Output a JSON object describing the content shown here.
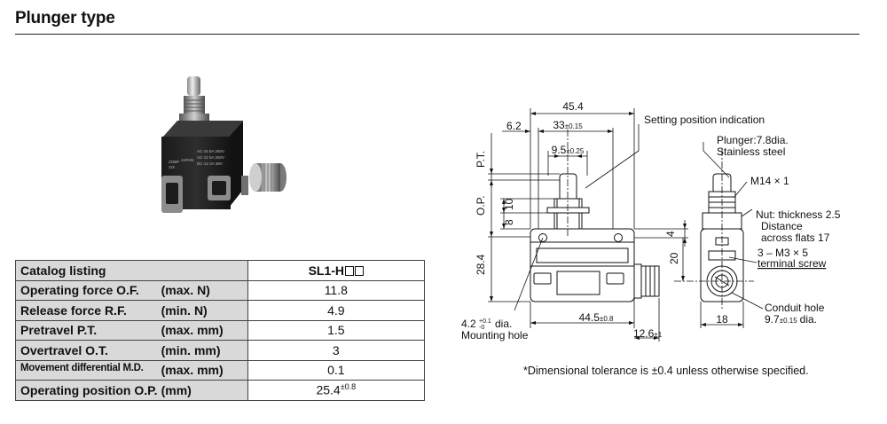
{
  "title": "Plunger type",
  "photo": {
    "label_lines": [
      "AC-15 5A 250V",
      "AC-12 5A 250V",
      "DC-12 2A 48V"
    ],
    "brand": "JAPAN",
    "tag": "ZOBP",
    "tag2": "ΞΙΧ"
  },
  "table": {
    "header": {
      "label": "Catalog listing",
      "value": "SL1-H"
    },
    "rows": [
      {
        "label": "Operating force O.F.",
        "cond": "(max. N)",
        "value": "11.8"
      },
      {
        "label": "Release force R.F.",
        "cond": "(min. N)",
        "value": "4.9"
      },
      {
        "label": "Pretravel P.T.",
        "cond": "(max. mm)",
        "value": "1.5"
      },
      {
        "label": "Overtravel O.T.",
        "cond": "(min. mm)",
        "value": "3"
      },
      {
        "label": "Movement differential M.D.",
        "cond": "(max. mm)",
        "value": "0.1"
      },
      {
        "label": "Operating position O.P.",
        "cond": "(mm)",
        "value": "25.4",
        "tol": "±0.8"
      }
    ]
  },
  "drawing": {
    "d_45_4": "45.4",
    "d_6_2": "6.2",
    "d_33": "33",
    "d_33_tol": "±0.15",
    "d_9_5": "9.5",
    "d_9_5_tol": "±0.25",
    "setting": "Setting position indication",
    "pt": "P.T.",
    "op": "O.P.",
    "d_10": "10",
    "d_8": "8",
    "d_28_4": "28.4",
    "d_4": "4",
    "d_20": "20",
    "d_44_5": "44.5",
    "d_44_5_tol": "±0.8",
    "d_12_6": "12.6",
    "d_12_6_tol": "±1",
    "hole_dia": "4.2",
    "hole_tol_top": "+0.1",
    "hole_tol_bot": "-0",
    "hole_suffix": "dia.",
    "mounting": "Mounting hole",
    "plunger1": "Plunger:7.8dia.",
    "plunger2": "Stainless steel",
    "m14": "M14 × 1",
    "nut1": "Nut: thickness 2.5",
    "nut2": "Distance",
    "nut3": "across flats 17",
    "term1": "3 – M3 × 5",
    "term2": "terminal screw",
    "conduit1": "Conduit hole",
    "conduit2": "9.7",
    "conduit_tol": "±0.15",
    "conduit_suffix": "dia.",
    "d_18": "18"
  },
  "footnote": "*Dimensional tolerance is ±0.4 unless otherwise specified."
}
